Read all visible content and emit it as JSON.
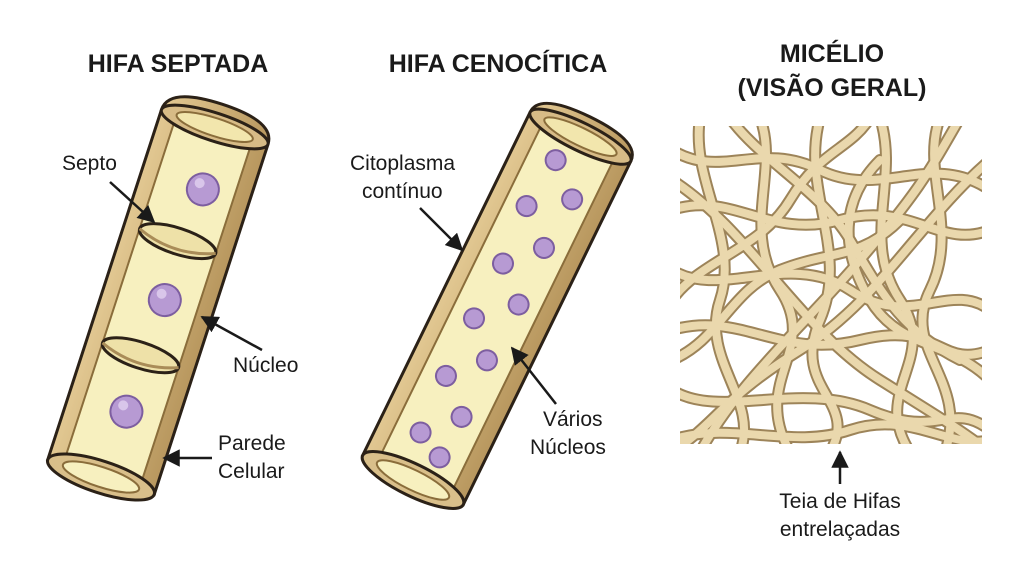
{
  "panels": {
    "septate": {
      "title": "HIFA SEPTADA",
      "labels": {
        "septum": "Septo",
        "nucleus": "Núcleo",
        "wall_line1": "Parede",
        "wall_line2": "Celular"
      }
    },
    "coenocytic": {
      "title": "HIFA CENOCÍTICA",
      "labels": {
        "cytoplasm_line1": "Citoplasma",
        "cytoplasm_line2": "contínuo",
        "nuclei_line1": "Vários",
        "nuclei_line2": "Núcleos"
      }
    },
    "mycelium": {
      "title_line1": "MICÉLIO",
      "title_line2": "(VISÃO GERAL)",
      "labels": {
        "web_line1": "Teia de Hifas",
        "web_line2": "entrelaçadas"
      }
    }
  },
  "colors": {
    "wall": "#cfb27f",
    "wall_dark": "#8a6d3b",
    "outline": "#2b2117",
    "cytoplasm": "#f7f0bf",
    "nucleus": "#b79ad3",
    "nucleus_dark": "#7d5ea0",
    "hypha": "#ead8ad",
    "hypha_edge": "#9d8459"
  }
}
